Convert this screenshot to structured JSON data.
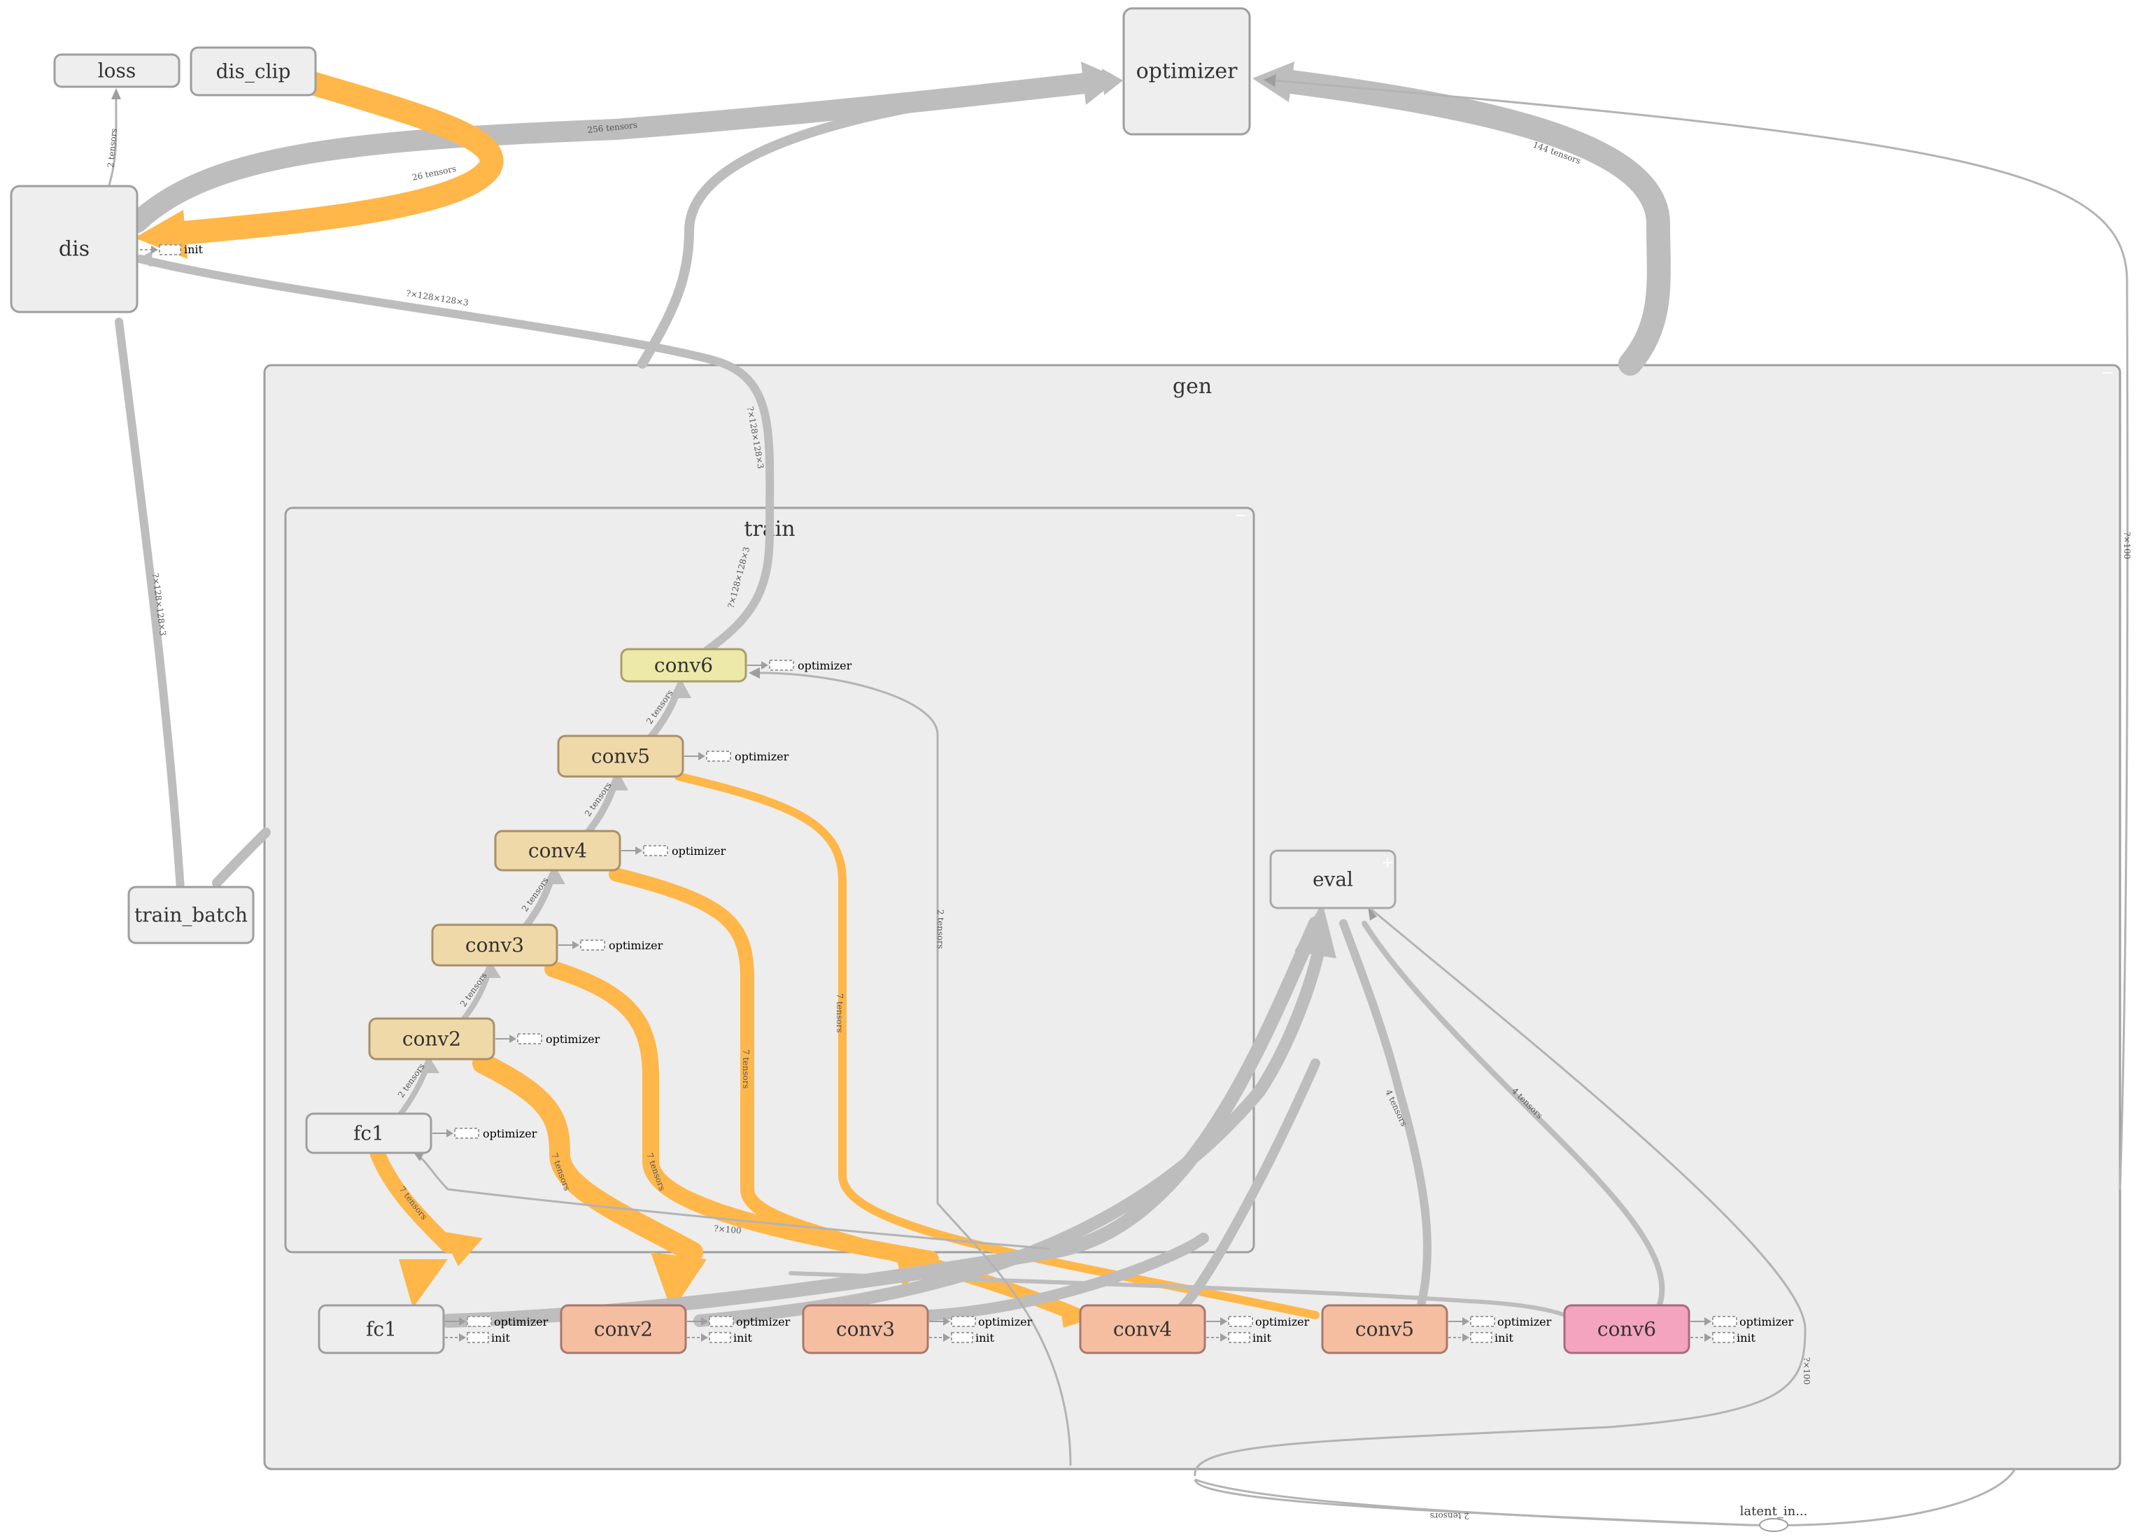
{
  "graph": {
    "clusters": {
      "gen": "gen",
      "train": "train",
      "collapse_symbol": "−",
      "expand_symbol": "+"
    },
    "nodes": {
      "loss": "loss",
      "dis_clip": "dis_clip",
      "optimizer": "optimizer",
      "dis": "dis",
      "train_batch": "train_batch",
      "eval": "eval",
      "train_fc1": "fc1",
      "train_conv2": "conv2",
      "train_conv3": "conv3",
      "train_conv4": "conv4",
      "train_conv5": "conv5",
      "train_conv6": "conv6",
      "gen_fc1": "fc1",
      "gen_conv2": "conv2",
      "gen_conv3": "conv3",
      "gen_conv4": "conv4",
      "gen_conv5": "conv5",
      "gen_conv6": "conv6",
      "latent": "latent_in..."
    },
    "aux_labels": {
      "optimizer": "optimizer",
      "init": "init"
    },
    "edge_labels": {
      "dis_to_loss": "2 tensors",
      "dis_to_optimizer": "256 tensors",
      "dis_clip_to_dis": "26 tensors",
      "gen_to_optimizer": "144 tensors",
      "conv6_to_dis_a": "?×128×128×3",
      "conv6_to_dis_b": "?×128×128×3",
      "train_batch_to_dis": "?×128×128×3",
      "dis_to_conv6": "?×128×128×3",
      "tensors2": "2 tensors",
      "tensors7": "7 tensors",
      "latent_100": "?×100",
      "eval_to_conv": "4 tensors"
    },
    "colors": {
      "cluster_fill": "#ededed",
      "edge_gray": "#bdbdbd",
      "edge_orange": "#ffb74a",
      "node_gray": "#eeeeee",
      "train_conv": "#f0d9a8",
      "train_conv6": "#ede9a8",
      "gen_conv": "#f5bea1",
      "gen_conv6": "#f4a4bf"
    }
  }
}
